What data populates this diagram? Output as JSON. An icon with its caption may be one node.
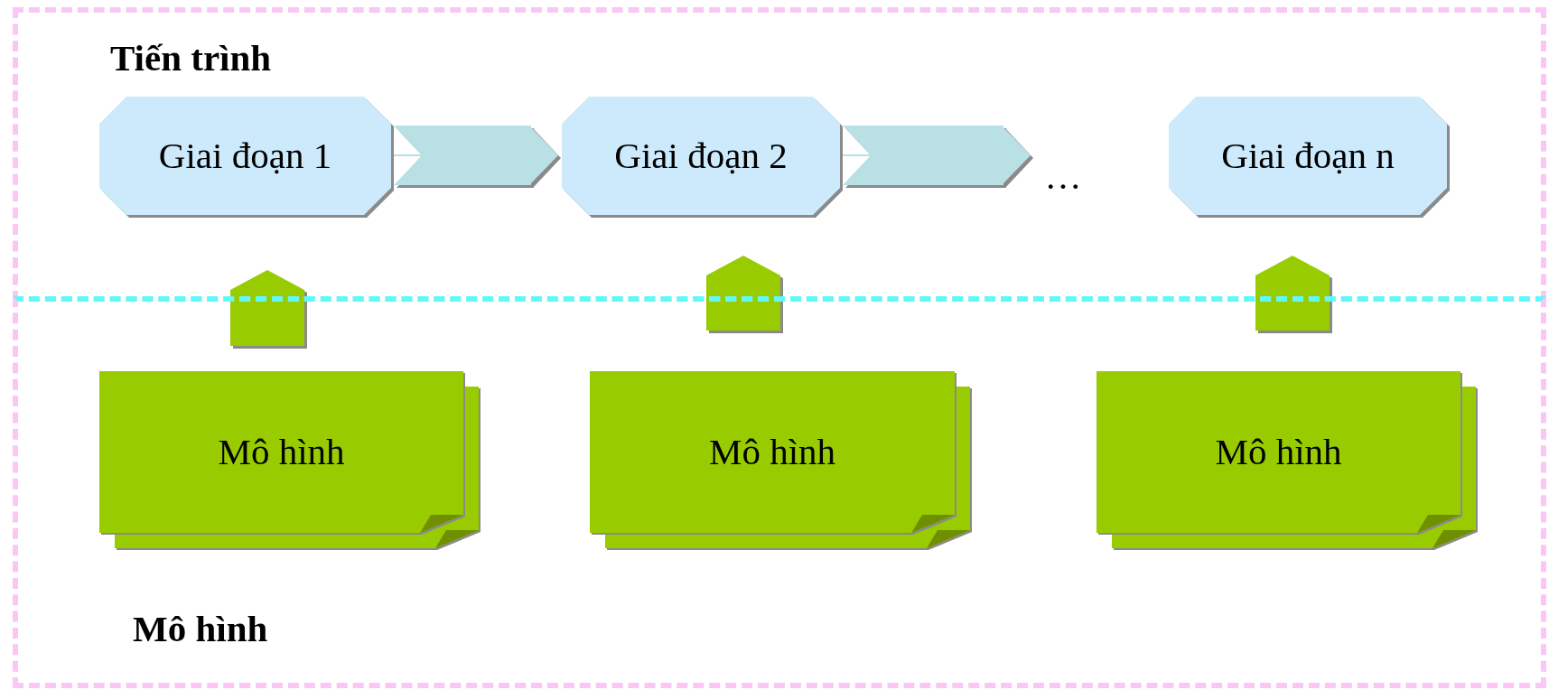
{
  "diagram": {
    "nodes": [
      {
        "text": [
          "Tiến trình"
        ]
      },
      {
        "text": [
          "Giai đoạn 1"
        ],
        "in": 0
      },
      {
        "text": [
          "Giai đoạn 2"
        ],
        "in": 0
      },
      {
        "text": [
          "…"
        ],
        "in": 0
      },
      {
        "text": [
          "Giai đoạn n"
        ],
        "in": 0
      },
      {
        "text": [
          "Mô hình"
        ]
      },
      {
        "text": [
          "Mô hình"
        ],
        "in": 5
      },
      {
        "text": [
          "Mô hình"
        ],
        "in": 5
      },
      {
        "text": [
          "Mô hình"
        ],
        "in": 5
      }
    ],
    "edges": [
      {
        "from": 1,
        "to": 2,
        "arrow": "to"
      },
      {
        "from": 2,
        "to": 3,
        "arrow": "to"
      },
      {
        "from": 6,
        "to": 1,
        "arrow": "to"
      },
      {
        "from": 7,
        "to": 2,
        "arrow": "to"
      },
      {
        "from": 8,
        "to": 4,
        "arrow": "to"
      }
    ]
  }
}
